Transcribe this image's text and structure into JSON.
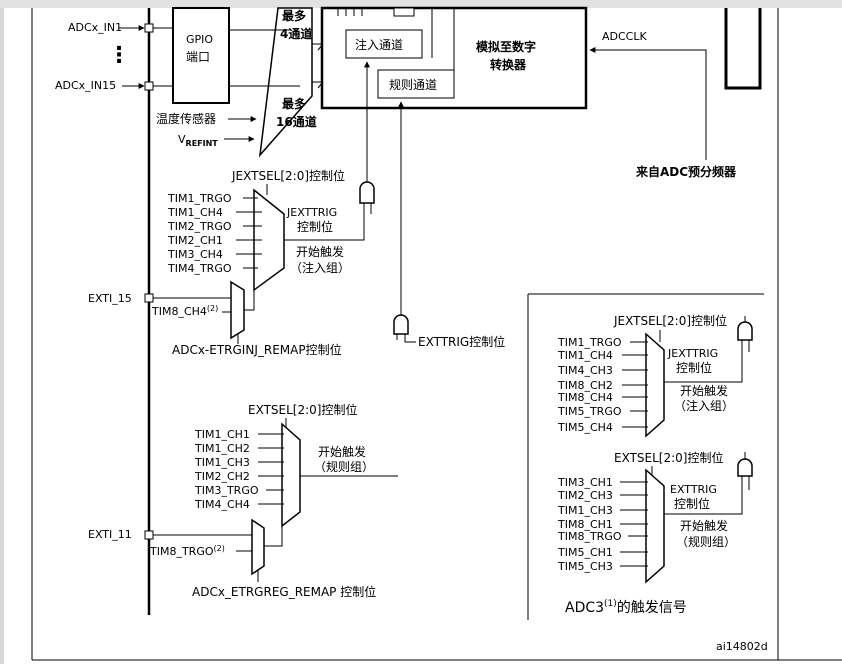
{
  "inputs": {
    "adc_in1": "ADCx_IN1",
    "dots": "⋮",
    "adc_in15": "ADCx_IN15",
    "temp_sensor": "温度传感器",
    "vrefint_v": "V",
    "vrefint_sub": "REFINT"
  },
  "gpio": {
    "line1": "GPIO",
    "line2": "端口"
  },
  "channels": {
    "max4_a": "最多",
    "max4_b": "4通道",
    "max16_a": "最多",
    "max16_b": "16通道",
    "injected": "注入通道",
    "regular": "规则通道"
  },
  "adc": {
    "line1": "模拟至数字",
    "line2": "转换器",
    "clk": "ADCCLK",
    "prescaler": "来自ADC预分频器"
  },
  "injected_trigger": {
    "jextsel": "JEXTSEL[2:0]控制位",
    "sources": [
      "TIM1_TRGO",
      "TIM1_CH4",
      "TIM2_TRGO",
      "TIM2_CH1",
      "TIM3_CH4",
      "TIM4_TRGO"
    ],
    "jexttrig_a": "JEXTTRIG",
    "jexttrig_b": "控制位",
    "start_a": "开始触发",
    "start_b": "（注入组）",
    "exti": "EXTI_15",
    "tim8_main": "TIM8_CH4",
    "tim8_sup": "(2)",
    "remap": "ADCx-ETRGINJ_REMAP控制位"
  },
  "exttrig": "EXTTRIG控制位",
  "regular_trigger": {
    "extsel": "EXTSEL[2:0]控制位",
    "sources": [
      "TIM1_CH1",
      "TIM1_CH2",
      "TIM1_CH3",
      "TIM2_CH2",
      "TIM3_TRGO",
      "TIM4_CH4"
    ],
    "start_a": "开始触发",
    "start_b": "（规则组）",
    "exti": "EXTI_11",
    "tim8_main": "TIM8_TRGO",
    "tim8_sup": "(2)",
    "remap": "ADCx_ETRGREG_REMAP 控制位"
  },
  "adc3_injected": {
    "jextsel": "JEXTSEL[2:0]控制位",
    "sources": [
      "TIM1_TRGO",
      "TIM1_CH4",
      "TIM4_CH3",
      "TIM8_CH2",
      "TIM8_CH4",
      "TIM5_TRGO",
      "TIM5_CH4"
    ],
    "jexttrig_a": "JEXTTRIG",
    "jexttrig_b": "控制位",
    "start_a": "开始触发",
    "start_b": "（注入组）"
  },
  "adc3_regular": {
    "extsel": "EXTSEL[2:0]控制位",
    "sources": [
      "TIM3_CH1",
      "TIM2_CH3",
      "TIM1_CH3",
      "TIM8_CH1",
      "TIM8_TRGO",
      "TIM5_CH1",
      "TIM5_CH3"
    ],
    "exttrig_a": "EXTTRIG",
    "exttrig_b": "控制位",
    "start_a": "开始触发",
    "start_b": "（规则组）"
  },
  "adc3_caption_main": "ADC3",
  "adc3_caption_sup": "(1)",
  "adc3_caption_tail": "的触发信号",
  "figure_id": "ai14802d"
}
